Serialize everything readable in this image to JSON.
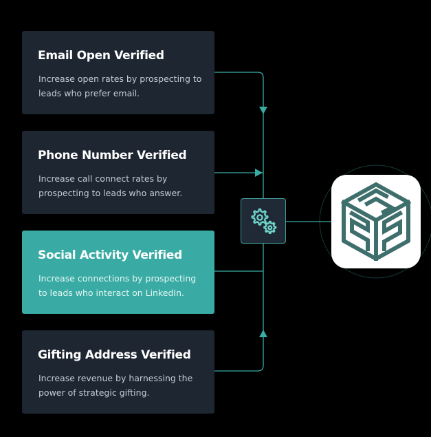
{
  "cards": [
    {
      "title": "Email Open Verified",
      "description": "Increase open rates by prospecting to leads who prefer email."
    },
    {
      "title": "Phone Number Verified",
      "description": "Increase call connect rates by prospecting to leads who answer."
    },
    {
      "title": "Social Activity Verified",
      "description": "Increase connections by prospecting to leads who interact on LinkedIn."
    },
    {
      "title": "Gifting Address Verified",
      "description": "Increase revenue by harnessing the power of strategic gifting."
    }
  ],
  "active_card": "Social Activity Verified",
  "icons": {
    "hub": "gears-icon",
    "logo": "isometric-cube-logo-icon"
  },
  "colors": {
    "background": "#000000",
    "card": "#1e2632",
    "active_card": "#3aaba4",
    "connector": "#3aaba4",
    "logo_mark": "#3f6f6c"
  }
}
